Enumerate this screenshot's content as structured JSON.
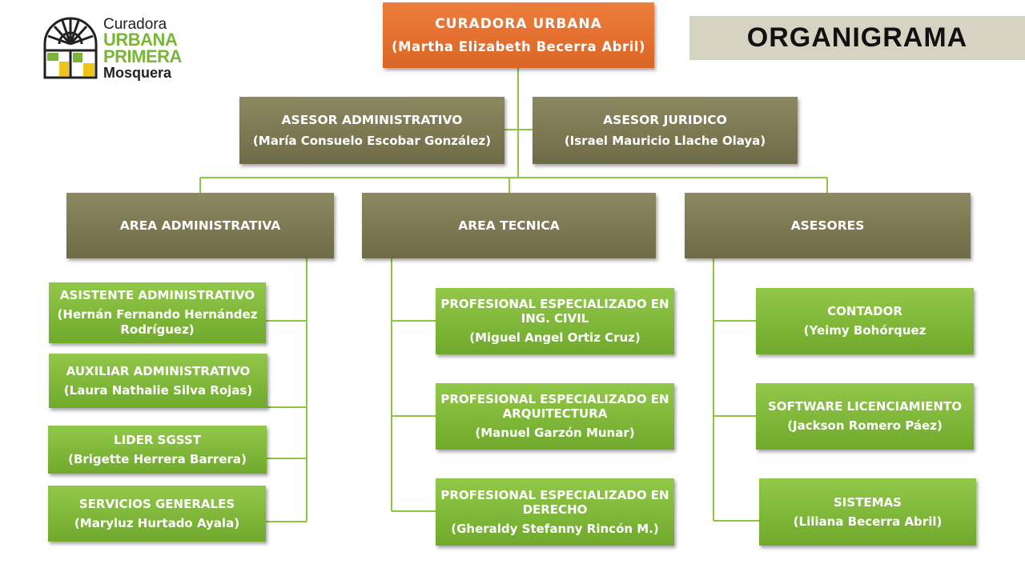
{
  "logo": {
    "line1": "Curadora",
    "line2": "URBANA",
    "line3": "PRIMERA",
    "line4": "Mosquera"
  },
  "heading": "ORGANIGRAMA",
  "colors": {
    "head": "#e26b2c",
    "olive": "#7d7a52",
    "green": "#80b83a",
    "lines": "#8dc63f",
    "heading_band": "#d6d3c2"
  },
  "nodes": {
    "curadora": {
      "title": "CURADORA  URBANA",
      "name": "(Martha Elizabeth Becerra Abril)"
    },
    "asesor_admin": {
      "title": "ASESOR ADMINISTRATIVO",
      "name": "(María Consuelo Escobar González)"
    },
    "asesor_juridico": {
      "title": "ASESOR JURIDICO",
      "name": "(Israel Mauricio Llache Olaya)"
    },
    "area_admin": {
      "title": "AREA ADMINISTRATIVA"
    },
    "area_tecnica": {
      "title": "AREA TECNICA"
    },
    "asesores": {
      "title": "ASESORES"
    },
    "asistente_admin": {
      "title": "ASISTENTE ADMINISTRATIVO",
      "name": "(Hernán Fernando Hernández Rodríguez)"
    },
    "auxiliar_admin": {
      "title": "AUXILIAR ADMINISTRATIVO",
      "name": "(Laura Nathalie Silva Rojas)"
    },
    "lider_sgsst": {
      "title": "LIDER SGSST",
      "name": "(Brigette Herrera Barrera)"
    },
    "servicios_generales": {
      "title": "SERVICIOS GENERALES",
      "name": "(Maryluz Hurtado Ayala)"
    },
    "prof_civil": {
      "title": "PROFESIONAL ESPECIALIZADO EN ING. CIVIL",
      "name": "(Miguel Angel Ortiz Cruz)"
    },
    "prof_arq": {
      "title": "PROFESIONAL ESPECIALIZADO EN ARQUITECTURA",
      "name": "(Manuel Garzón Munar)"
    },
    "prof_derecho": {
      "title": "PROFESIONAL ESPECIALIZADO EN DERECHO",
      "name": "(Gheraldy Stefanny Rincón M.)"
    },
    "contador": {
      "title": "CONTADOR",
      "name": "(Yeimy Bohórquez"
    },
    "software": {
      "title": "SOFTWARE LICENCIAMIENTO",
      "name": "(Jackson Romero Páez)"
    },
    "sistemas": {
      "title": "SISTEMAS",
      "name": "(Liliana Becerra Abril)"
    }
  }
}
